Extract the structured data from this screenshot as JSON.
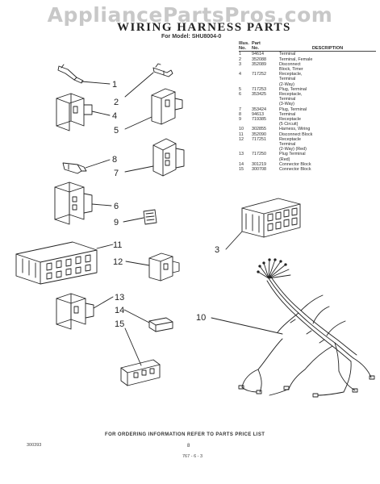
{
  "watermark": "AppliancePartsPros.com",
  "title": "WIRING HARNESS PARTS",
  "model_line": "For Model: SHU8004-0",
  "table": {
    "headers": {
      "illus_top": "Illus.",
      "part_top": "Part",
      "illus_bottom": "No.",
      "part_bottom": "No.",
      "description": "DESCRIPTION"
    },
    "rows": [
      [
        "1",
        "94614",
        "Terminal"
      ],
      [
        "2",
        "352088",
        "Terminal, Female"
      ],
      [
        "3",
        "352089",
        "Disconnect"
      ],
      [
        "",
        "",
        "Block, Timer"
      ],
      [
        "4",
        "717252",
        "Receptacle,"
      ],
      [
        "",
        "",
        "Terminal"
      ],
      [
        "",
        "",
        "(2-Way)"
      ],
      [
        "5",
        "717253",
        "Plug, Terminal"
      ],
      [
        "6",
        "353425",
        "Receptacle,"
      ],
      [
        "",
        "",
        "Terminal"
      ],
      [
        "",
        "",
        "(3-Way)"
      ],
      [
        "7",
        "353424",
        "Plug, Terminal"
      ],
      [
        "8",
        "94613",
        "Terminal"
      ],
      [
        "9",
        "719385",
        "Receptacle"
      ],
      [
        "",
        "",
        "(5 Circuit)"
      ],
      [
        "10",
        "302855",
        "Harness, Wiring"
      ],
      [
        "11",
        "352090",
        "Disconnect Block"
      ],
      [
        "12",
        "717251",
        "Receptacle"
      ],
      [
        "",
        "",
        "Terminal"
      ],
      [
        "",
        "",
        "(2-Way) (Red)"
      ],
      [
        "13",
        "717250",
        "Plug Terminal"
      ],
      [
        "",
        "",
        "(Red)"
      ],
      [
        "14",
        "301219",
        "Connector Block"
      ],
      [
        "15",
        "300708",
        "Connector Block"
      ]
    ]
  },
  "callouts": [
    "1",
    "2",
    "3",
    "4",
    "5",
    "6",
    "7",
    "8",
    "9",
    "10",
    "11",
    "12",
    "13",
    "14",
    "15"
  ],
  "footer": {
    "ordering_note": "FOR ORDERING INFORMATION REFER TO PARTS PRICE LIST",
    "doc_code": "300393",
    "page_number": "8",
    "page_mark": "767 - 6 - 3"
  }
}
